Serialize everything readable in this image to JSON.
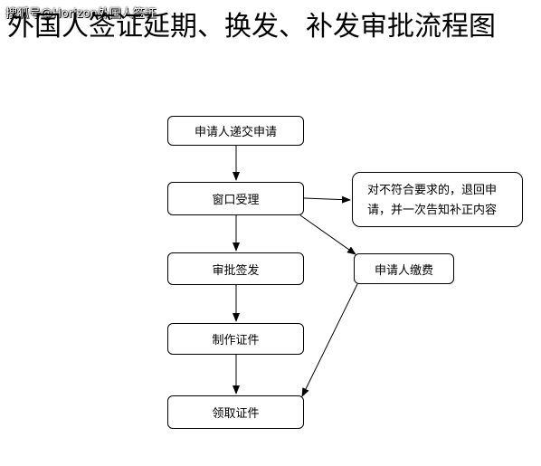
{
  "watermark": "搜狐号@Horizon外国人签证",
  "title": "外国人签证延期、换发、补发审批流程图",
  "nodes": {
    "submit": "申请人递交申请",
    "window": "窗口受理",
    "approve": "审批签发",
    "make": "制作证件",
    "collect": "领取证件",
    "pay": "申请人缴费"
  },
  "note": {
    "line1": "对不符合要求的，退回申",
    "line2": "请，并一次告知补正内容"
  }
}
